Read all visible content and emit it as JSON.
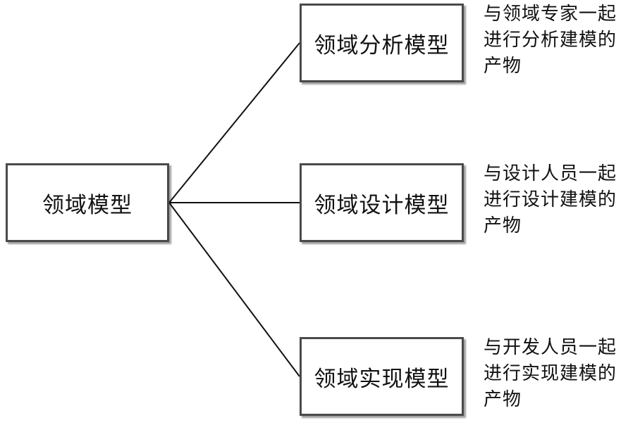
{
  "diagram": {
    "root": {
      "label": "领域模型"
    },
    "children": [
      {
        "label": "领域分析模型",
        "note_lines": [
          "与领域专家一起",
          "进行分析建模的",
          "产物"
        ]
      },
      {
        "label": "领域设计模型",
        "note_lines": [
          "与设计人员一起",
          "进行设计建模的",
          "产物"
        ]
      },
      {
        "label": "领域实现模型",
        "note_lines": [
          "与开发人员一起",
          "进行实现建模的",
          "产物"
        ]
      }
    ],
    "colors": {
      "box_border": "#4a4a4a",
      "connector": "#111111",
      "text": "#111111",
      "background": "#ffffff"
    }
  }
}
